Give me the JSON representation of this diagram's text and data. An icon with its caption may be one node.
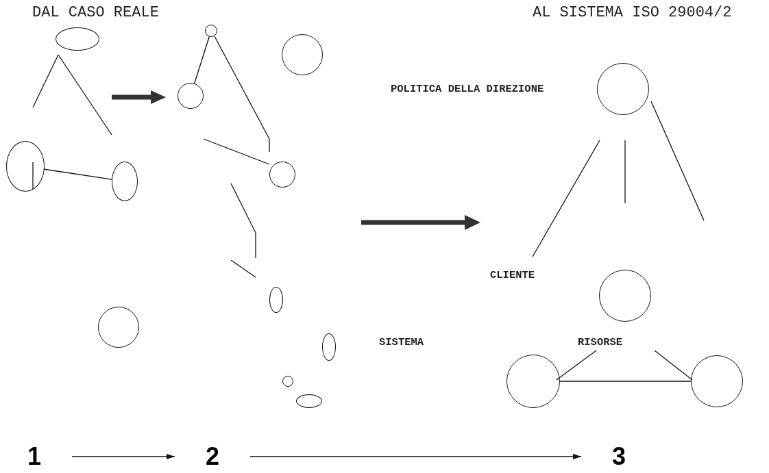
{
  "diagram": {
    "nodes": [
      {
        "text": [],
        "shape": "ellipse"
      },
      {
        "text": [],
        "shape": "ellipse"
      },
      {
        "text": [],
        "shape": "ellipse"
      },
      {
        "text": [],
        "shape": "circle"
      },
      {
        "text": [],
        "shape": "circle"
      },
      {
        "text": [],
        "shape": "circle"
      },
      {
        "text": [],
        "shape": "circle"
      },
      {
        "text": [],
        "shape": "ellipse"
      },
      {
        "text": [],
        "shape": "ellipse"
      },
      {
        "text": [],
        "shape": "circle"
      },
      {
        "text": [],
        "shape": "ellipse"
      },
      {
        "text": [],
        "shape": "circle"
      },
      {
        "text": [],
        "shape": "circle"
      },
      {
        "text": [],
        "shape": "circle"
      },
      {
        "text": [],
        "shape": "circle"
      },
      {
        "text": [],
        "shape": "circle"
      },
      {
        "text": [
          "1"
        ]
      },
      {
        "text": [
          "2"
        ]
      },
      {
        "text": [
          "3"
        ]
      }
    ],
    "edges": [
      {
        "from": 1,
        "to": 2,
        "arrow": "none"
      },
      {
        "from": 3,
        "to": 4,
        "arrow": "none"
      },
      {
        "from": 14,
        "to": 15,
        "arrow": "none"
      },
      {
        "from": 16,
        "to": 17,
        "arrow": "to"
      },
      {
        "from": 17,
        "to": 18,
        "arrow": "to"
      }
    ],
    "labels": [
      "DAL CASO REALE",
      "AL SISTEMA ISO 29004/2",
      "POLITICA DELLA DIREZIONE",
      "CLIENTE",
      "SISTEMA",
      "RISORSE"
    ]
  }
}
